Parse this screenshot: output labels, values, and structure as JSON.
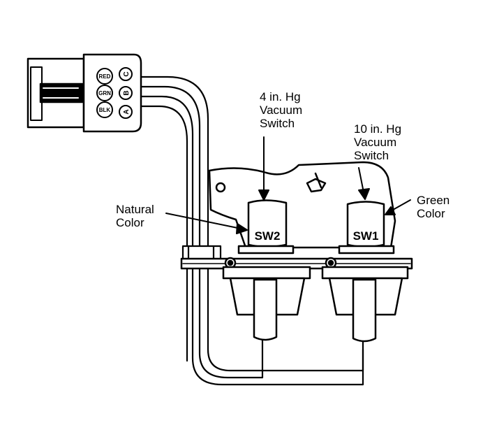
{
  "connector": {
    "wires": [
      "RED",
      "GRN",
      "BLK"
    ],
    "pins": [
      "C",
      "B",
      "A"
    ]
  },
  "switches": {
    "sw2": {
      "tag": "SW2"
    },
    "sw1": {
      "tag": "SW1"
    }
  },
  "labels": {
    "four_inch": {
      "line1": "4 in. Hg",
      "line2": "Vacuum",
      "line3": "Switch"
    },
    "ten_inch": {
      "line1": "10 in. Hg",
      "line2": "Vacuum",
      "line3": "Switch"
    },
    "green": {
      "line1": "Green",
      "line2": "Color"
    },
    "natural": {
      "line1": "Natural",
      "line2": "Color"
    }
  }
}
